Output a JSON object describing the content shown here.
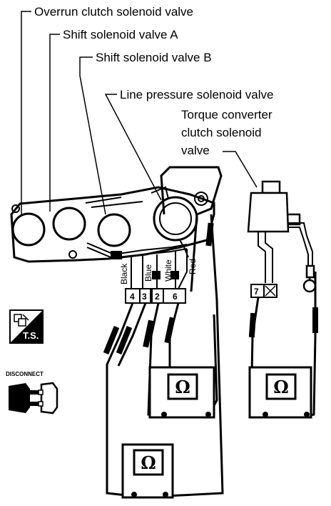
{
  "labels": {
    "overrun_clutch": "Overrun clutch solenoid valve",
    "shift_a": "Shift solenoid valve A",
    "shift_b": "Shift solenoid valve B",
    "line_pressure": "Line pressure solenoid valve",
    "torque_converter_1": "Torque converter",
    "torque_converter_2": "clutch solenoid",
    "torque_converter_3": "valve"
  },
  "wires": {
    "black": "Black",
    "blue": "Blue",
    "white": "White",
    "red": "Red"
  },
  "pins": {
    "p4": "4",
    "p3": "3",
    "p2": "2",
    "p6": "6",
    "p7": "7"
  },
  "meter_symbol": "Ω",
  "icons": {
    "ts_label": "T.S.",
    "disconnect_label": "DISCONNECT"
  }
}
